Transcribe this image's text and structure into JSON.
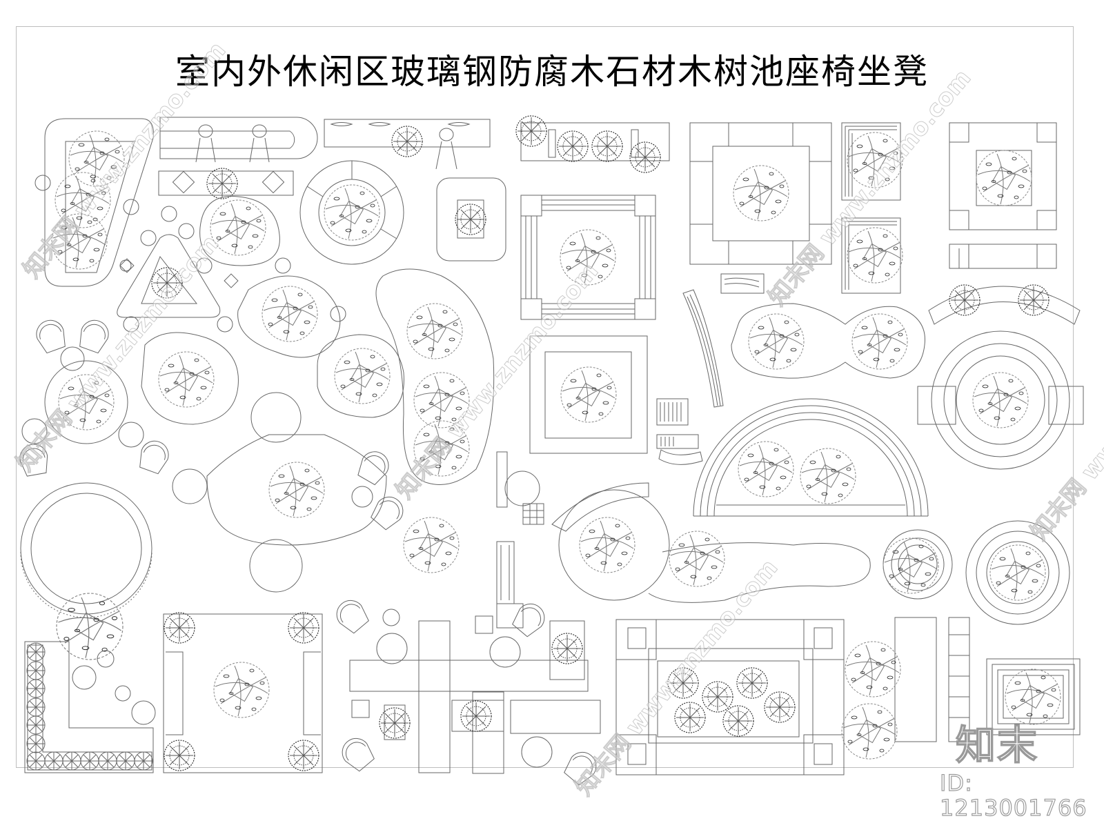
{
  "sheet": {
    "title": "室内外休闲区玻璃钢防腐木石材木树池座椅坐凳",
    "border_color": "#bdbdbd",
    "line_color": "#555555"
  },
  "watermark": {
    "text": "知末网 www.znzmo.com",
    "logo_text": "知末",
    "id_text": "ID: 1213001766"
  },
  "elements": [
    {
      "name": "tree-planter-bench-v-shape"
    },
    {
      "name": "bench-with-people"
    },
    {
      "name": "long-planter-bench-with-person"
    },
    {
      "name": "linear-planter-bench"
    },
    {
      "name": "square-wood-tree-pool"
    },
    {
      "name": "square-stone-tree-pool"
    },
    {
      "name": "stepped-square-tree-pool"
    },
    {
      "name": "corner-wood-tree-pool"
    },
    {
      "name": "round-tree-pool-with-bench"
    },
    {
      "name": "curved-arc-bench"
    },
    {
      "name": "kidney-planter-with-tree"
    },
    {
      "name": "double-round-planter"
    },
    {
      "name": "semicircle-stepped-planter"
    },
    {
      "name": "circular-tiered-planter"
    },
    {
      "name": "rectangular-flower-bed-planter"
    },
    {
      "name": "l-shaped-bench-with-seats"
    },
    {
      "name": "cross-tables-lounge-set"
    }
  ]
}
